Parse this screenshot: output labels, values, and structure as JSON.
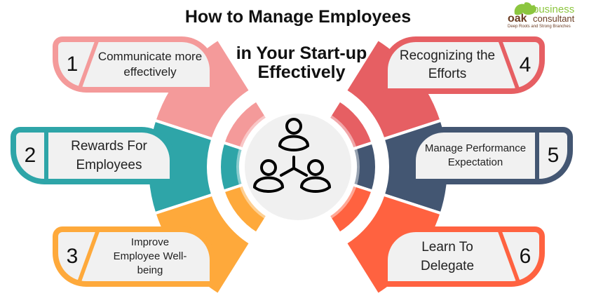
{
  "title": {
    "lines": [
      "How to Manage Employees",
      "in Your Start-up",
      "Effectively"
    ]
  },
  "logo": {
    "brand": "oak",
    "line1": "business",
    "line2": "consultant",
    "tagline": "Deep Roots and Strong Branches",
    "colors": {
      "leaf": "#8cc63f",
      "text": "#6b3d24"
    }
  },
  "center_icon": "team-network-icon",
  "steps": [
    {
      "number": "1",
      "text": "Communicate more effectively",
      "color": "#f49a9a",
      "side": "left"
    },
    {
      "number": "2",
      "text": "Rewards For Employees",
      "color": "#2ea5a8",
      "side": "left"
    },
    {
      "number": "3",
      "text": "Improve Employee Well-being",
      "color": "#fea93b",
      "side": "left"
    },
    {
      "number": "4",
      "text": "Recognizing the Efforts",
      "color": "#e65f63",
      "side": "right"
    },
    {
      "number": "5",
      "text": "Manage Performance Expectation",
      "color": "#435672",
      "side": "right"
    },
    {
      "number": "6",
      "text": "Learn To Delegate",
      "color": "#ff6240",
      "side": "right"
    }
  ]
}
